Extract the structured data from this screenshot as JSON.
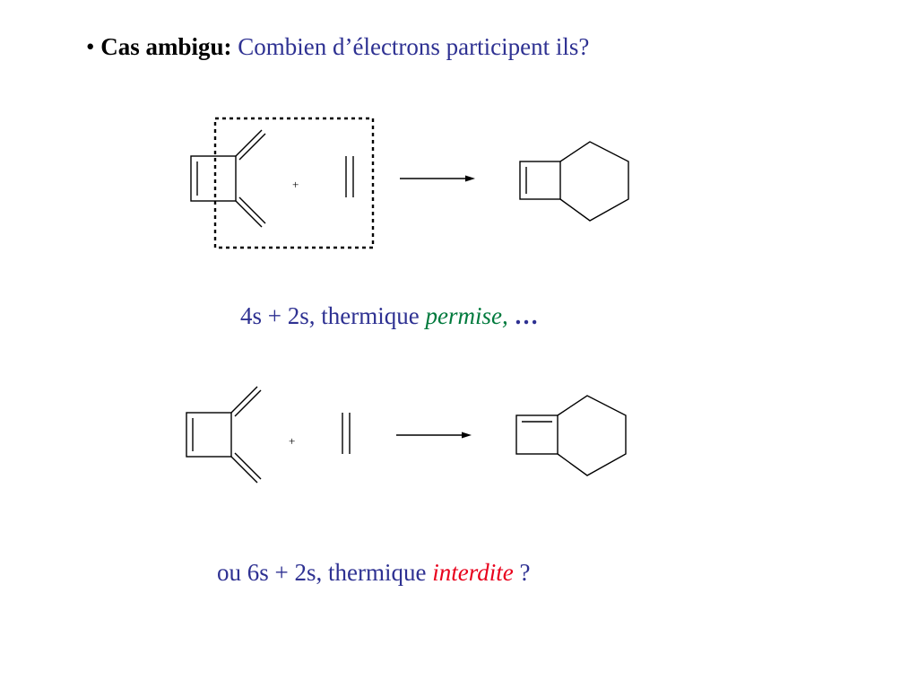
{
  "colors": {
    "text": "#2e3192",
    "allowed": "#007a3d",
    "forbidden": "#e8001c",
    "lines": "#000000"
  },
  "heading": {
    "bullet": "•",
    "lead": "Cas ambigu:",
    "question": "Combien d’électrons participent ils?"
  },
  "scheme_1": {
    "plus": "+",
    "caption": {
      "prefix": "4s + 2s, thermique",
      "verdict": "permise,",
      "suffix": "…"
    }
  },
  "scheme_2": {
    "plus": "+",
    "caption": {
      "prefix": "ou 6s + 2s, thermique",
      "verdict": "interdite",
      "suffix": "?"
    }
  }
}
